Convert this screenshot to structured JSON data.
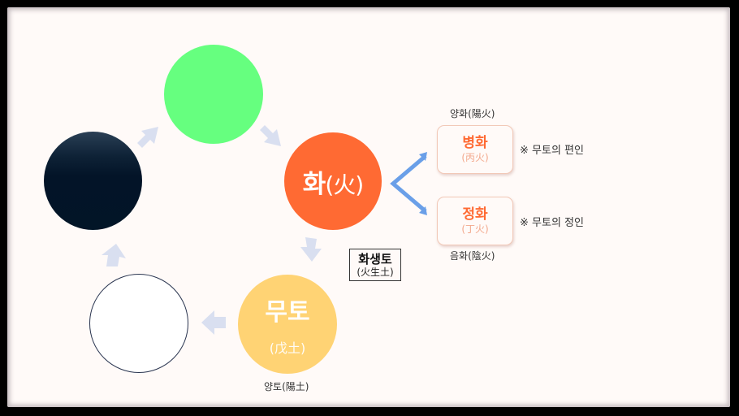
{
  "diagram": {
    "type": "five-elements-generation-cycle",
    "colors": {
      "background": "#fffaf8",
      "wood": "#66ff7f",
      "water": "#031428",
      "fire": "#ff6a33",
      "earth": "#ffd374",
      "metal": "#ffffff",
      "cycle_arrow": "#d9dff0",
      "branch_arrow": "#6a9fe8",
      "accent_text": "#ff6a33"
    },
    "nodes": {
      "wood": {
        "label": ""
      },
      "water": {
        "label": ""
      },
      "metal": {
        "label": ""
      },
      "fire": {
        "label": "화",
        "hanja": "(火)"
      },
      "earth": {
        "label": "무토",
        "hanja": "(戊土)",
        "caption": "양토(陽土)"
      }
    },
    "relation": {
      "label": "화생토",
      "hanja": "(火生土)"
    },
    "branches": [
      {
        "top_caption": "양화(陽火)",
        "label": "병화",
        "hanja": "(丙火)",
        "note": "※ 무토의 편인"
      },
      {
        "bottom_caption": "음화(陰火)",
        "label": "정화",
        "hanja": "(丁火)",
        "note": "※ 무토의 정인"
      }
    ]
  }
}
